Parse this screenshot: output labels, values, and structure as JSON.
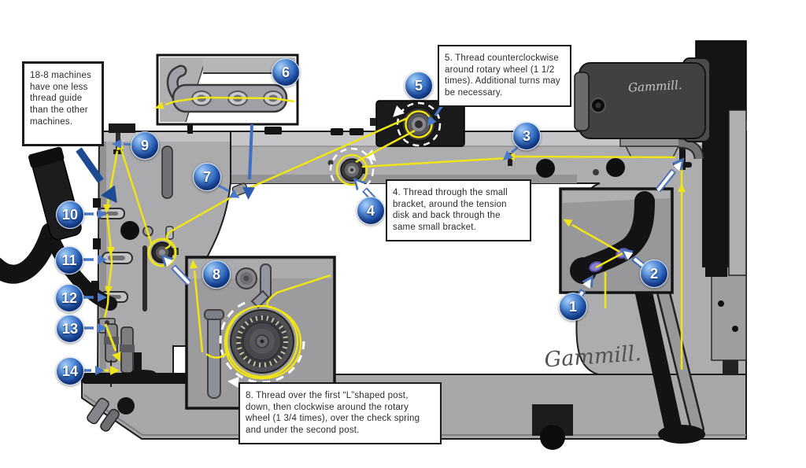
{
  "figure": {
    "alt": "Gammill longarm machine threading diagram"
  },
  "text_boxes": {
    "note_18_8": "18-8 machines have one less thread guide than the other machines.",
    "step_5": "5. Thread counterclockwise around rotary wheel (1 1/2 times). Additional turns may be necessary.",
    "step_4": "4. Thread through the small bracket, around the tension disk and back through the same small bracket.",
    "step_8": "8. Thread over the first “L”shaped post, down, then clockwise around the rotary wheel (1 3/4 times), over the check spring and under the second post."
  },
  "branding": {
    "motor_logo": "Gammill.",
    "body_logo": "Gammill."
  },
  "callouts": [
    {
      "n": "1"
    },
    {
      "n": "2"
    },
    {
      "n": "3"
    },
    {
      "n": "4"
    },
    {
      "n": "5"
    },
    {
      "n": "6"
    },
    {
      "n": "7"
    },
    {
      "n": "8"
    },
    {
      "n": "9"
    },
    {
      "n": "10"
    },
    {
      "n": "11"
    },
    {
      "n": "12"
    },
    {
      "n": "13"
    },
    {
      "n": "14"
    }
  ],
  "colors": {
    "thread_yellow": "#f0e414",
    "callout_blue": "#1f55ad",
    "machine_gray": "#adadaf",
    "pointer_blue": "#3f6fc4"
  }
}
